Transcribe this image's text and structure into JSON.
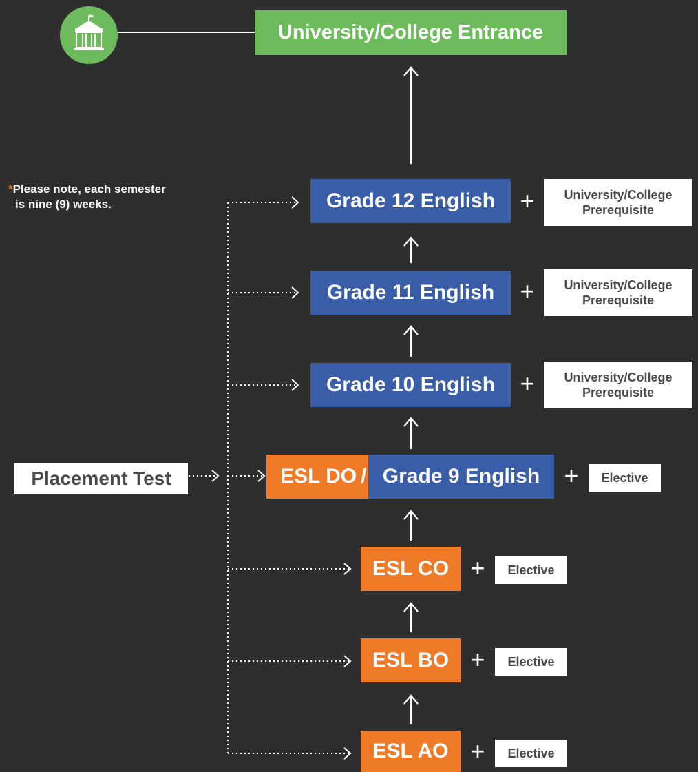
{
  "title": "University/College Entrance",
  "icon": "university-building-icon",
  "note": {
    "star": "*",
    "line1": "Please note, each semester",
    "line2": "is nine (9) weeks."
  },
  "placement": "Placement Test",
  "plus_symbol": "+",
  "grades": {
    "g12": "Grade 12 English",
    "g11": "Grade 11 English",
    "g10": "Grade 10 English",
    "g9": "Grade 9 English"
  },
  "esl": {
    "do": "ESL DO",
    "slash": "/",
    "co": "ESL CO",
    "bo": "ESL BO",
    "ao": "ESL AO"
  },
  "prereq": {
    "line1": "University/College",
    "line2": "Prerequisite"
  },
  "elective": "Elective",
  "colors": {
    "background": "#2f2e2e",
    "green": "#6dbb5c",
    "blue": "#3a5da8",
    "orange": "#ef7a28",
    "white": "#ffffff"
  }
}
